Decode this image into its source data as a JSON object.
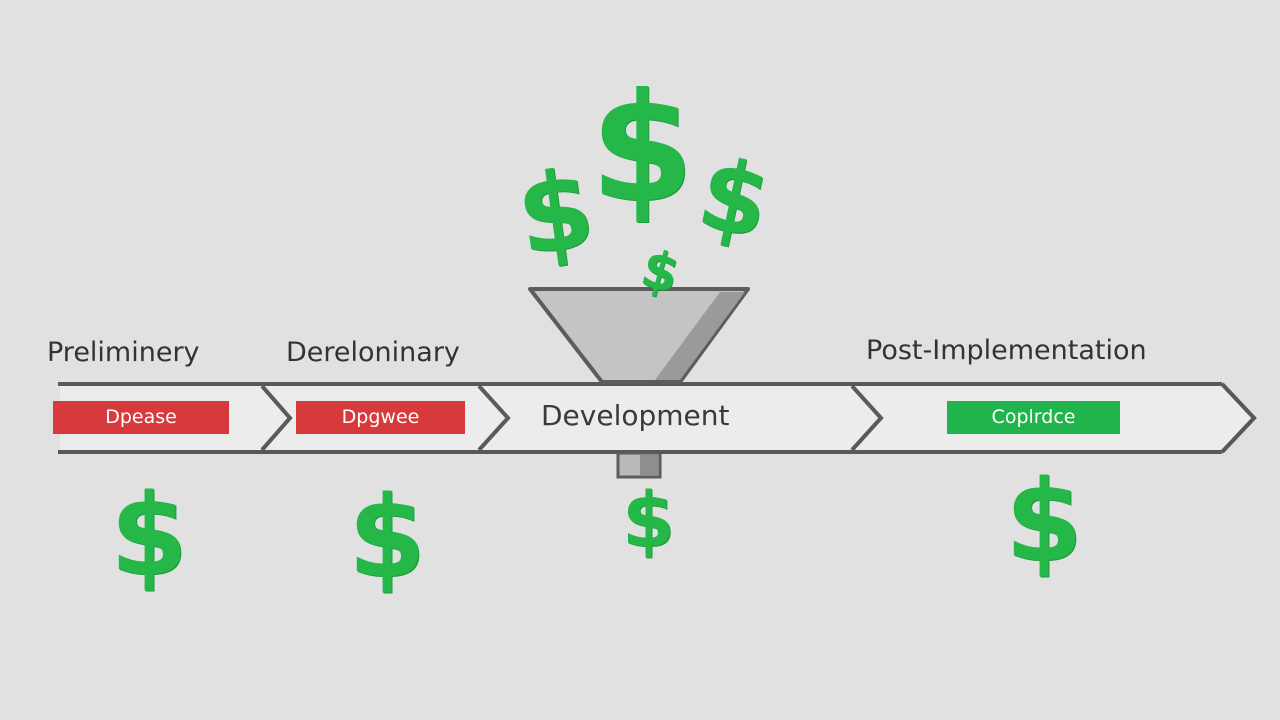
{
  "stages": [
    {
      "label": "Preliminery",
      "badge": "Dpease"
    },
    {
      "label": "Dereloninary",
      "badge": "Dpgwee"
    },
    {
      "label": "Development"
    },
    {
      "label": "Post-Implementation",
      "badge": "Coplrdce"
    }
  ],
  "colors": {
    "cost_badge": "#d63a3d",
    "savings_badge": "#21b34c",
    "dollar": "#25b849",
    "arrow_stroke": "#585858",
    "funnel": "#b9b9b9",
    "background": "#e1e1e1"
  },
  "icons": {
    "currency": "dollar-sign-icon",
    "funnel": "funnel-icon"
  },
  "symbols": {
    "dollar": "$"
  }
}
